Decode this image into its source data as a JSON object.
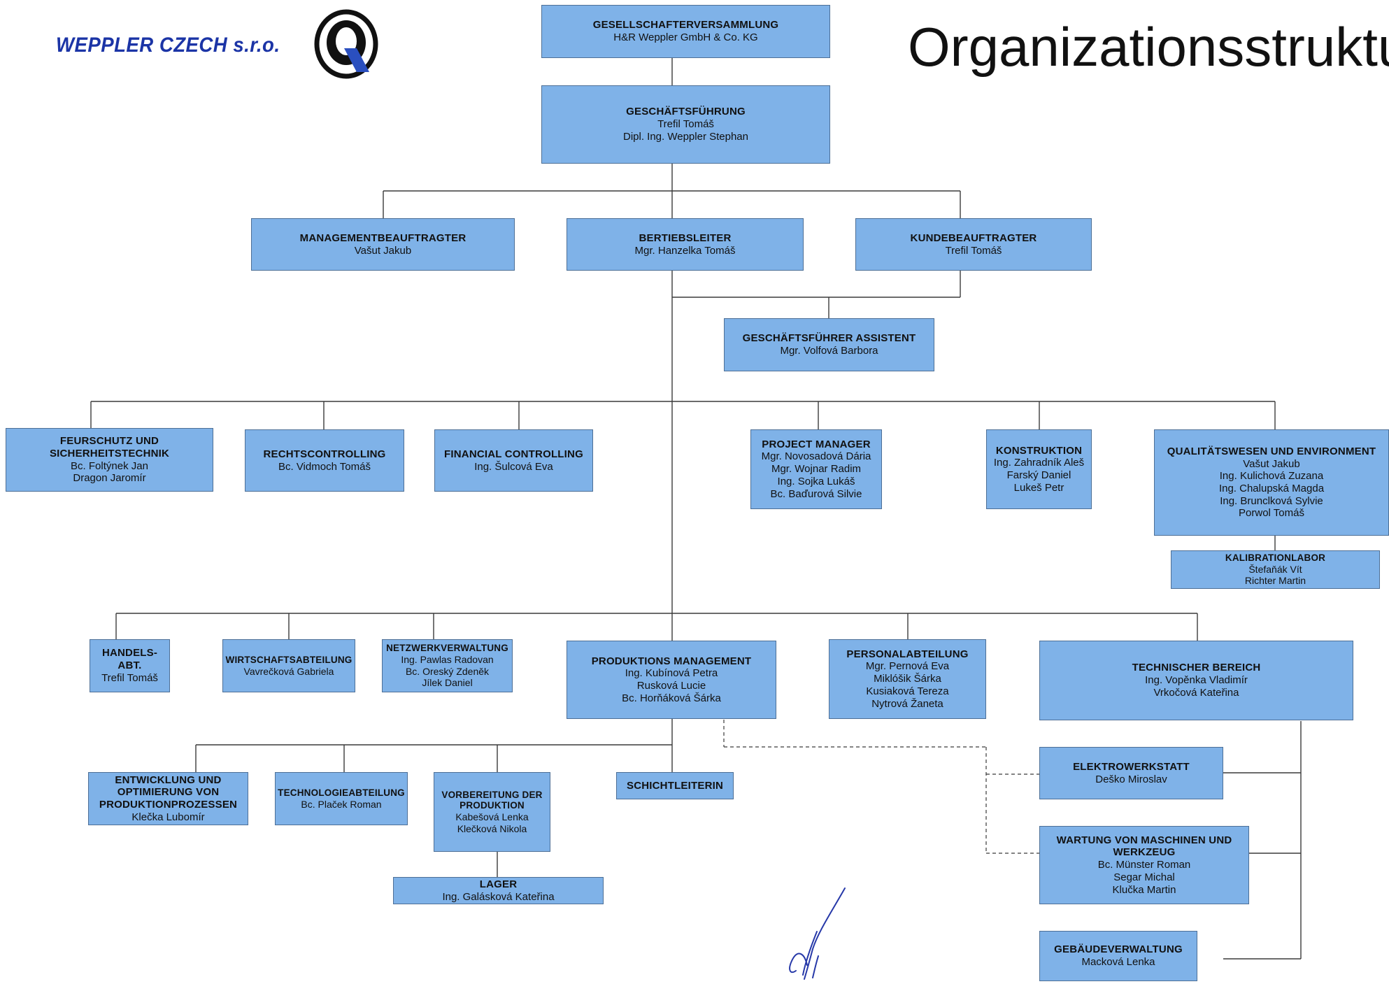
{
  "header": {
    "company_name": "WEPPLER CZECH s.r.o.",
    "logo_icon": "q-quality-logo",
    "page_title": "Organizationsstruktur"
  },
  "colors": {
    "box_fill": "#7fb2e8",
    "box_border": "#4d6f96",
    "brand": "#1b34a6"
  },
  "units": {
    "gesellschafter": {
      "title": "GESELLSCHAFTERVERSAMMLUNG",
      "lines": [
        "H&R Weppler GmbH & Co. KG"
      ]
    },
    "geschaeftsfuehrung": {
      "title": "GESCHÄFTSFÜHRUNG",
      "lines": [
        "Trefil Tomáš",
        "Dipl. Ing. Weppler Stephan"
      ]
    },
    "managementbeauftragter": {
      "title": "MANAGEMENTBEAUFTRAGTER",
      "lines": [
        "Vašut Jakub"
      ]
    },
    "betriebsleiter": {
      "title": "BERTIEBSLEITER",
      "lines": [
        "Mgr. Hanzelka Tomáš"
      ]
    },
    "kundebeauftragter": {
      "title": "KUNDEBEAUFTRAGTER",
      "lines": [
        "Trefil Tomáš"
      ]
    },
    "assistent": {
      "title": "GESCHÄFTSFÜHRER ASSISTENT",
      "lines": [
        "Mgr. Volfová Barbora"
      ]
    },
    "feuerschutz": {
      "title": "FEURSCHUTZ UND SICHERHEITSTECHNIK",
      "lines": [
        "Bc. Foltýnek Jan",
        "Dragon Jaromír"
      ]
    },
    "rechtscontrolling": {
      "title": "RECHTSCONTROLLING",
      "lines": [
        "Bc. Vidmoch Tomáš"
      ]
    },
    "financial": {
      "title": "FINANCIAL CONTROLLING",
      "lines": [
        "Ing. Šulcová Eva"
      ]
    },
    "project": {
      "title": "PROJECT MANAGER",
      "lines": [
        "Mgr. Novosadová Dária",
        "Mgr. Wojnar Radim",
        "Ing. Sojka Lukáš",
        "Bc. Baďurová Silvie"
      ]
    },
    "konstruktion": {
      "title": "KONSTRUKTION",
      "lines": [
        "Ing. Zahradník Aleš",
        "Farský Daniel",
        "Lukeš Petr"
      ]
    },
    "qualitaet": {
      "title": "QUALITÄTSWESEN UND ENVIRONMENT",
      "lines": [
        "Vašut Jakub",
        "Ing. Kulichová Zuzana",
        "Ing. Chalupská Magda",
        "Ing. Brunclková Sylvie",
        "Porwol Tomáš"
      ]
    },
    "kalibration": {
      "title": "KALIBRATIONLABOR",
      "lines": [
        "Štefaňák Vít",
        "Richter Martin"
      ]
    },
    "handels": {
      "title": "HANDELS-ABT.",
      "lines": [
        "Trefil Tomáš"
      ]
    },
    "wirtschaft": {
      "title": "WIRTSCHAFTSABTEILUNG",
      "lines": [
        "Vavrečková Gabriela"
      ]
    },
    "netzwerk": {
      "title": "NETZWERKVERWALTUNG",
      "lines": [
        "Ing. Pawlas Radovan",
        "Bc. Oreský Zdeněk",
        "Jílek Daniel"
      ]
    },
    "produktion": {
      "title": "PRODUKTIONS MANAGEMENT",
      "lines": [
        "Ing. Kubínová Petra",
        "Rusková Lucie",
        "Bc. Horňáková Šárka"
      ]
    },
    "personal": {
      "title": "PERSONALABTEILUNG",
      "lines": [
        "Mgr. Pernová Eva",
        "Miklóšik Šárka",
        "Kusiaková Tereza",
        "Nytrová Žaneta"
      ]
    },
    "technischer": {
      "title": "TECHNISCHER BEREICH",
      "lines": [
        "Ing. Vopěnka Vladimír",
        "Vrkočová Kateřina"
      ]
    },
    "entwicklung": {
      "title": "ENTWICKLUNG UND OPTIMIERUNG VON PRODUKTIONPROZESSEN",
      "lines": [
        "Klečka Lubomír"
      ]
    },
    "technologie": {
      "title": "TECHNOLOGIEABTEILUNG",
      "lines": [
        "Bc. Plaček Roman"
      ]
    },
    "vorbereitung": {
      "title": "VORBEREITUNG DER PRODUKTION",
      "lines": [
        "Kabešová Lenka",
        "Klečková Nikola"
      ]
    },
    "schicht": {
      "title": "SCHICHTLEITERIN",
      "lines": []
    },
    "lager": {
      "title": "LAGER",
      "lines": [
        "Ing. Galásková Kateřina"
      ]
    },
    "elektro": {
      "title": "ELEKTROWERKSTATT",
      "lines": [
        "Deško Miroslav"
      ]
    },
    "wartung": {
      "title": "WARTUNG VON MASCHINEN UND WERKZEUG",
      "lines": [
        "Bc. Münster Roman",
        "Segar Michal",
        "Klučka Martin"
      ]
    },
    "gebaeude": {
      "title": "GEBÄUDEVERWALTUNG",
      "lines": [
        "Macková Lenka"
      ]
    }
  }
}
